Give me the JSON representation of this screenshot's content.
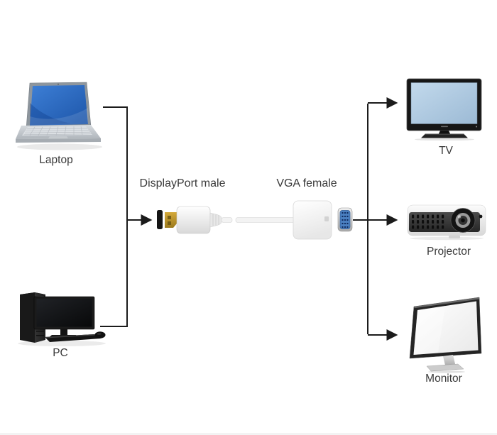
{
  "diagram": {
    "sources": [
      {
        "label": "Laptop"
      },
      {
        "label": "PC"
      }
    ],
    "adapter": {
      "dp_label": "DisplayPort male",
      "vga_label": "VGA female"
    },
    "outputs": [
      {
        "label": "TV"
      },
      {
        "label": "Projector"
      },
      {
        "label": "Monitor"
      }
    ],
    "colors": {
      "line_color": "#1b1b1b",
      "label_color": "#3a3a3a",
      "laptop_screen_blue": "#3d7fd6",
      "tv_screen_blue": "#c2d9ec",
      "vga_port_blue": "#4a7fc0",
      "dp_connector_gold": "#d4a93a"
    }
  }
}
